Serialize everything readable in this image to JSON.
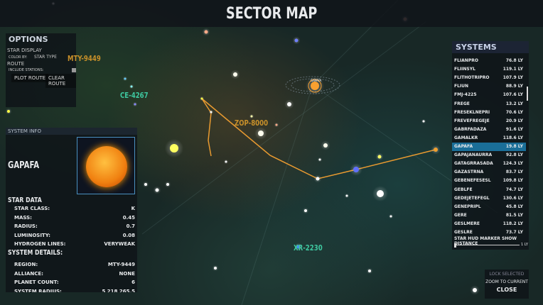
{
  "header": {
    "title": "SECTOR MAP"
  },
  "options": {
    "title": "OPTIONS",
    "star_display": "STAR DISPLAY",
    "color_by_label": "COLOR BY:",
    "color_by_value": "STAR TYPE",
    "route": "ROUTE",
    "include_stations": "INCLUDE STATIONS:",
    "include_stations_checked": false,
    "plot_route": "PLOT ROUTE",
    "clear_route": "CLEAR ROUTE"
  },
  "map": {
    "regions": [
      {
        "name": "MTY-9449",
        "color": "#c8902a"
      },
      {
        "name": "CE-4267",
        "color": "#3ec8a0"
      },
      {
        "name": "ZOP-8000",
        "color": "#c8902a"
      },
      {
        "name": "XR-2230",
        "color": "#3ec8a0"
      }
    ],
    "selected_star": "GAPAFA",
    "route_color": "#e89a30"
  },
  "system_info": {
    "title": "SYSTEM INFO",
    "name": "GAPAFA",
    "star_data_title": "STAR DATA",
    "star_data": [
      {
        "k": "STAR CLASS:",
        "v": "K"
      },
      {
        "k": "MASS:",
        "v": "0.45"
      },
      {
        "k": "RADIUS:",
        "v": "0.7"
      },
      {
        "k": "LUMINOSITY:",
        "v": "0.08"
      },
      {
        "k": "HYDROGEN LINES:",
        "v": "VERYWEAK"
      }
    ],
    "details_title": "SYSTEM DETAILS:",
    "details": [
      {
        "k": "REGION:",
        "v": "MTY-9449"
      },
      {
        "k": "ALLIANCE:",
        "v": "NONE"
      },
      {
        "k": "PLANET COUNT:",
        "v": "6"
      },
      {
        "k": "SYSTEM RADIUS:",
        "v": "5 218 265.5"
      }
    ]
  },
  "systems": {
    "title": "SYSTEMS",
    "selected": "GAPAFA",
    "items": [
      {
        "n": "FLIANPRO",
        "d": "76.8 LY"
      },
      {
        "n": "FLIINSYL",
        "d": "119.1 LY"
      },
      {
        "n": "FLITHOTRIPRO",
        "d": "107.9 LY"
      },
      {
        "n": "FLIUN",
        "d": "88.9 LY"
      },
      {
        "n": "FMJ-4225",
        "d": "107.6 LY"
      },
      {
        "n": "FREGE",
        "d": "13.2 LY"
      },
      {
        "n": "FRESEKLNEPRI",
        "d": "70.6 LY"
      },
      {
        "n": "FREVEFREGEJE",
        "d": "20.9 LY"
      },
      {
        "n": "GABRFADAZA",
        "d": "91.6 LY"
      },
      {
        "n": "GAMALKR",
        "d": "118.6 LY"
      },
      {
        "n": "GAPAFA",
        "d": "19.8 LY"
      },
      {
        "n": "GAPAJANAURRA",
        "d": "92.8 LY"
      },
      {
        "n": "GATAGRRASADA",
        "d": "124.3 LY"
      },
      {
        "n": "GAZASTRNA",
        "d": "83.7 LY"
      },
      {
        "n": "GEBENEFESESL",
        "d": "109.8 LY"
      },
      {
        "n": "GEBLFE",
        "d": "74.7 LY"
      },
      {
        "n": "GEDEJETEFEGL",
        "d": "130.6 LY"
      },
      {
        "n": "GENEPRIPL",
        "d": "45.8 LY"
      },
      {
        "n": "GERE",
        "d": "81.5 LY"
      },
      {
        "n": "GESLMERE",
        "d": "118.2 LY"
      },
      {
        "n": "GESLRE",
        "d": "73.7 LY"
      }
    ],
    "hud_label": "STAR HUD MARKER SHOW DISTANCE",
    "hud_value": "1 LY"
  },
  "actions": {
    "lock": "LOCK SELECTED",
    "zoom": "ZOOM TO CURRENT",
    "close": "CLOSE"
  }
}
